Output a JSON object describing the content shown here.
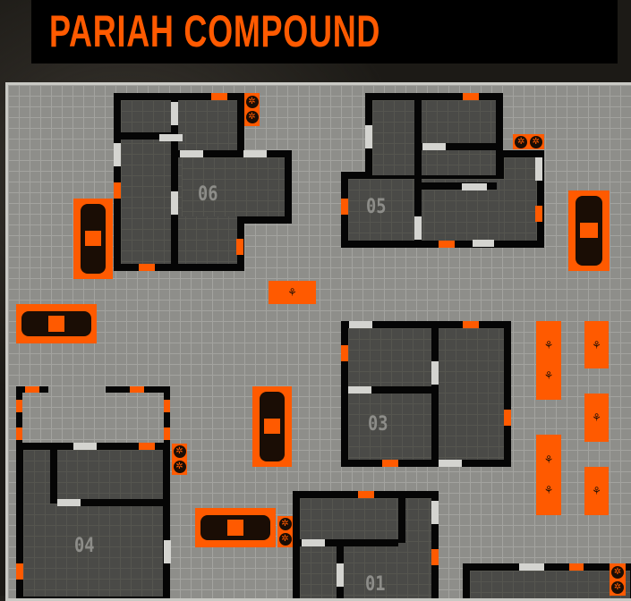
{
  "title": "PARIAH COMPOUND",
  "buildings": [
    {
      "id": "06"
    },
    {
      "id": "05"
    },
    {
      "id": "03"
    },
    {
      "id": "04"
    },
    {
      "id": "01"
    }
  ],
  "icons": {
    "vehicle": "car-icon",
    "plant": "plant-icon",
    "fan": "fan-icon"
  },
  "colors": {
    "accent": "#ff5a00",
    "floor": "#4a4a47",
    "wall": "#050505",
    "ground": "#8e8e8a"
  }
}
